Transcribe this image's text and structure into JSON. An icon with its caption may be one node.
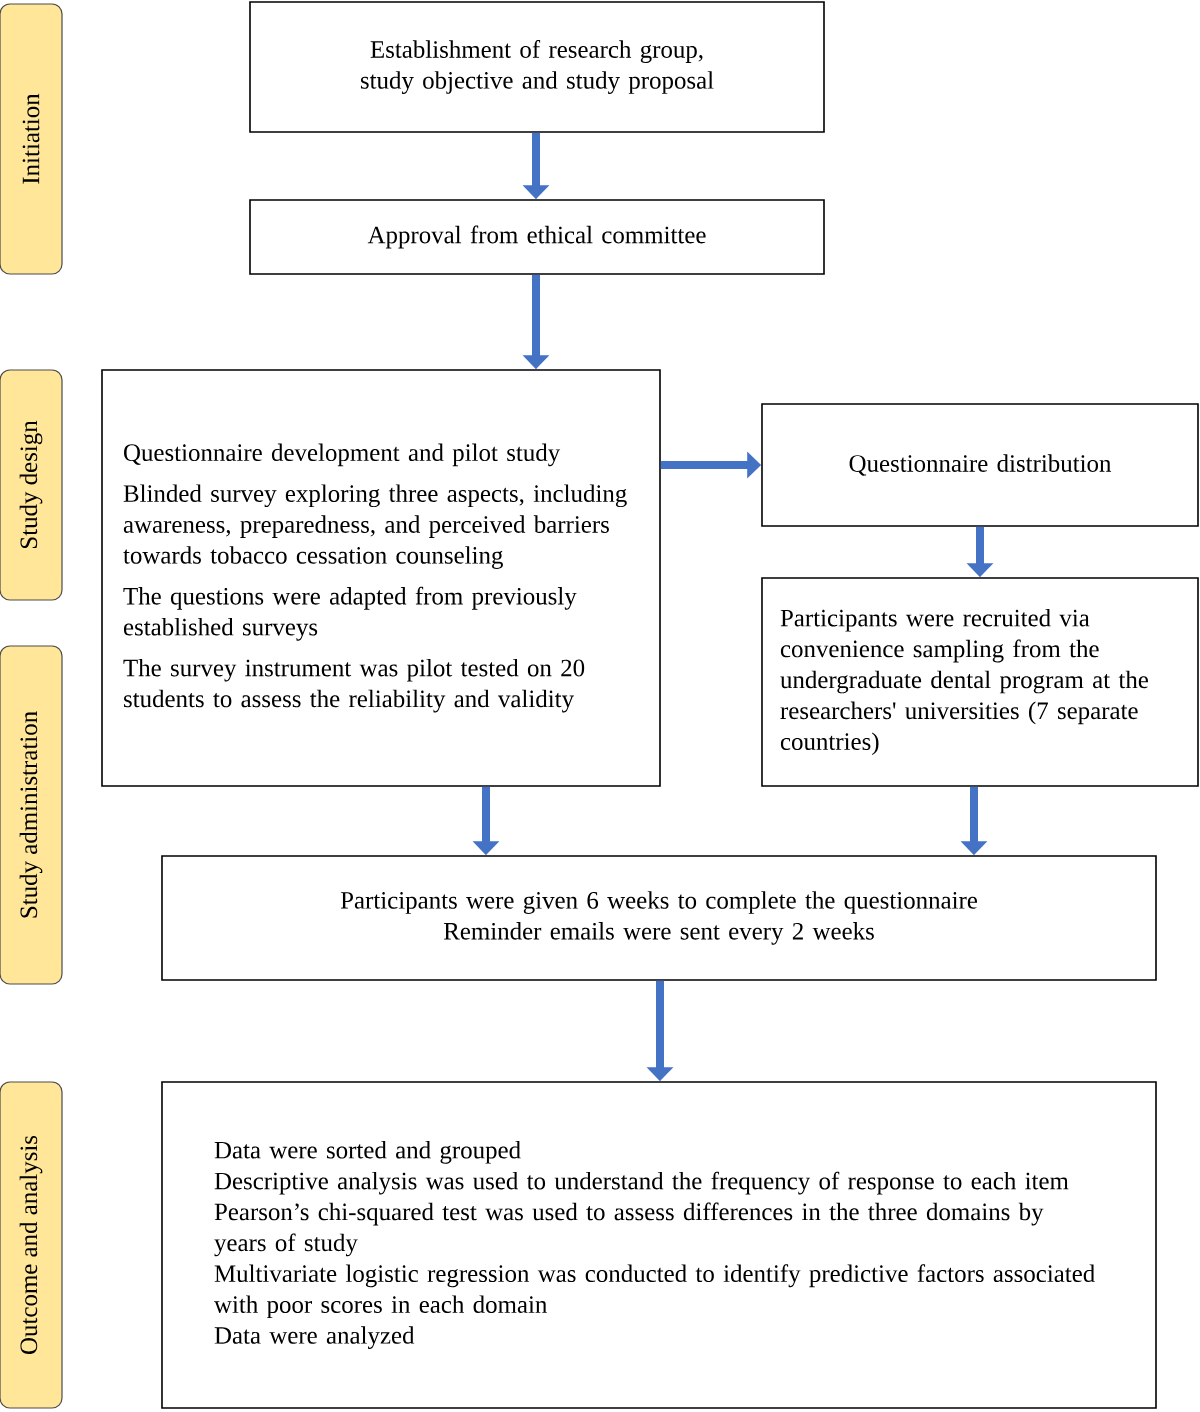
{
  "diagram": {
    "nodes": [
      {
        "text": [
          "Initiation"
        ]
      },
      {
        "text": [
          "Study design"
        ]
      },
      {
        "text": [
          "Study administration"
        ]
      },
      {
        "text": [
          "Outcome and analysis"
        ]
      },
      {
        "text": [
          "Establishment of research group, study objective and study proposal"
        ]
      },
      {
        "text": [
          "Approval from ethical committee"
        ]
      },
      {
        "text": [
          "Questionnaire development and pilot study",
          "Blinded survey exploring three aspects, including awareness, preparedness, and perceived barriers towards tobacco cessation counseling",
          "The questions were adapted from previously established surveys",
          "The survey instrument was pilot tested on 20 students to assess the reliability and validity"
        ]
      },
      {
        "text": [
          "Questionnaire distribution"
        ]
      },
      {
        "text": [
          "Participants were recruited via convenience sampling from the undergraduate dental program at the researchers' universities (7 separate countries)"
        ]
      },
      {
        "text": [
          "Participants were given 6 weeks to complete the questionnaire",
          "Reminder emails were sent every 2 weeks"
        ]
      },
      {
        "text": [
          "Data were sorted and grouped",
          "Descriptive analysis was used to understand the frequency of response to each item",
          "Pearson’s chi-squared test was used to assess differences in the three domains by years of study",
          "Multivariate logistic regression was conducted to identify predictive factors associated with poor scores in each domain",
          "Data were analyzed"
        ]
      }
    ],
    "edges": [
      {
        "from": 4,
        "to": 5,
        "arrow": "to"
      },
      {
        "from": 5,
        "to": 6,
        "arrow": "to"
      },
      {
        "from": 6,
        "to": 7,
        "arrow": "to"
      },
      {
        "from": 7,
        "to": 8,
        "arrow": "to"
      },
      {
        "from": 6,
        "to": 9,
        "arrow": "to"
      },
      {
        "from": 8,
        "to": 9,
        "arrow": "to"
      },
      {
        "from": 9,
        "to": 10,
        "arrow": "to"
      }
    ]
  }
}
